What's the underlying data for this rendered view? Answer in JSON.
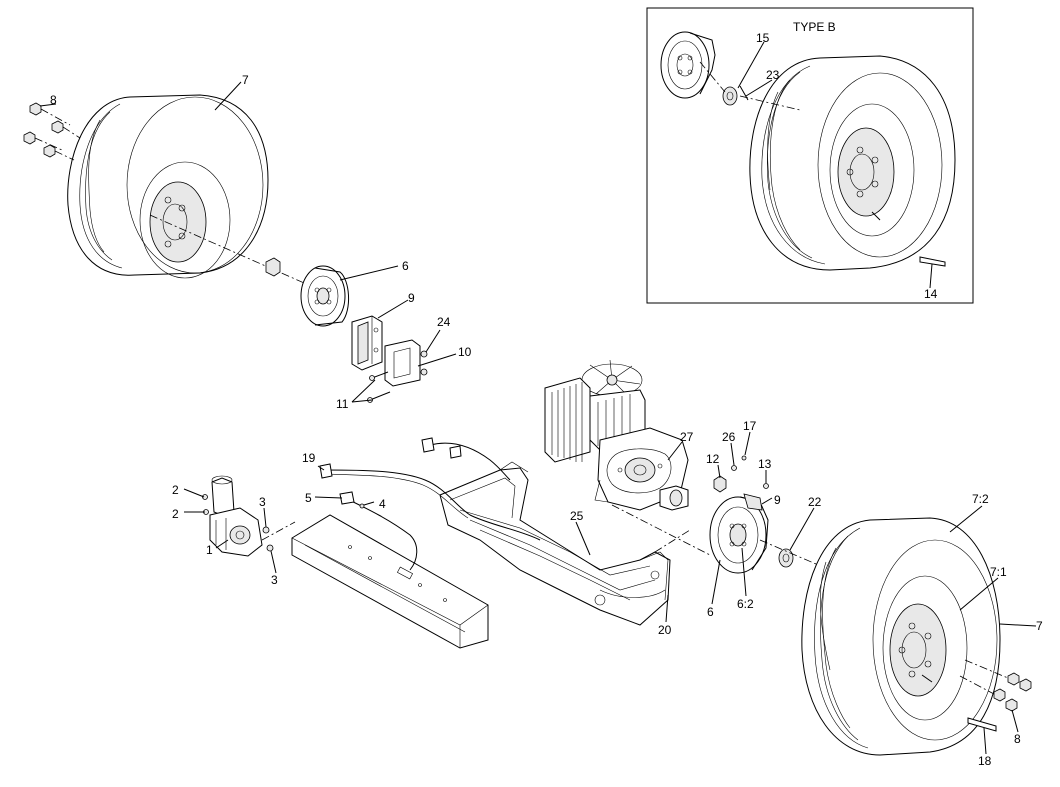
{
  "inset": {
    "title": "TYPE B"
  },
  "callouts": {
    "c1": "1",
    "c2a": "2",
    "c2b": "2",
    "c3a": "3",
    "c3b": "3",
    "c4": "4",
    "c5": "5",
    "c6a": "6",
    "c6b": "6",
    "c6_2": "6:2",
    "c7a": "7",
    "c7b": "7",
    "c7_1": "7:1",
    "c7_2": "7:2",
    "c8a": "8",
    "c8b": "8",
    "c9a": "9",
    "c9b": "9",
    "c10": "10",
    "c11": "11",
    "c12": "12",
    "c13": "13",
    "c14": "14",
    "c15": "15",
    "c17": "17",
    "c18": "18",
    "c19": "19",
    "c20": "20",
    "c22": "22",
    "c23": "23",
    "c24": "24",
    "c25": "25",
    "c26": "26",
    "c27": "27"
  }
}
